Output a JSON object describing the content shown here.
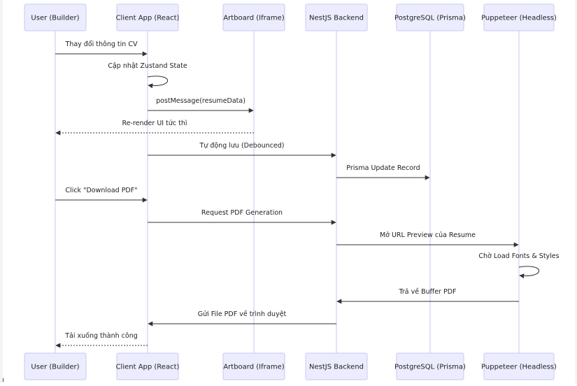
{
  "actors": [
    {
      "id": "user",
      "label": "User (Builder)"
    },
    {
      "id": "client",
      "label": "Client App (React)"
    },
    {
      "id": "artboard",
      "label": "Artboard (Iframe)"
    },
    {
      "id": "nest",
      "label": "NestJS Backend"
    },
    {
      "id": "pg",
      "label": "PostgreSQL (Prisma)"
    },
    {
      "id": "pup",
      "label": "Puppeteer (Headless)"
    }
  ],
  "messages": [
    {
      "from": "user",
      "to": "client",
      "label": "Thay đổi thông tin CV",
      "style": "solid"
    },
    {
      "from": "client",
      "to": "client",
      "label": "Cập nhật Zustand State",
      "style": "solid"
    },
    {
      "from": "client",
      "to": "artboard",
      "label": "postMessage(resumeData)",
      "style": "solid"
    },
    {
      "from": "artboard",
      "to": "user",
      "label": "Re-render UI tức thì",
      "style": "dotted"
    },
    {
      "from": "client",
      "to": "nest",
      "label": "Tự động lưu (Debounced)",
      "style": "solid"
    },
    {
      "from": "nest",
      "to": "pg",
      "label": "Prisma Update Record",
      "style": "solid"
    },
    {
      "from": "user",
      "to": "client",
      "label": "Click \"Download PDF\"",
      "style": "solid"
    },
    {
      "from": "client",
      "to": "nest",
      "label": "Request PDF Generation",
      "style": "solid"
    },
    {
      "from": "nest",
      "to": "pup",
      "label": "Mở URL Preview của Resume",
      "style": "solid"
    },
    {
      "from": "pup",
      "to": "pup",
      "label": "Chờ Load Fonts & Styles",
      "style": "solid"
    },
    {
      "from": "pup",
      "to": "nest",
      "label": "Trả về Buffer PDF",
      "style": "solid"
    },
    {
      "from": "nest",
      "to": "client",
      "label": "Gửi File PDF về trình duyệt",
      "style": "solid"
    },
    {
      "from": "client",
      "to": "user",
      "label": "Tải xuống thành công",
      "style": "dotted"
    }
  ],
  "edge_fragments": [
    ":",
    "n"
  ],
  "colors": {
    "actor_fill": "#ececff",
    "actor_stroke": "#c9c9f2",
    "lifeline": "#c7c7ef",
    "arrow": "#333333",
    "text": "#222222"
  }
}
